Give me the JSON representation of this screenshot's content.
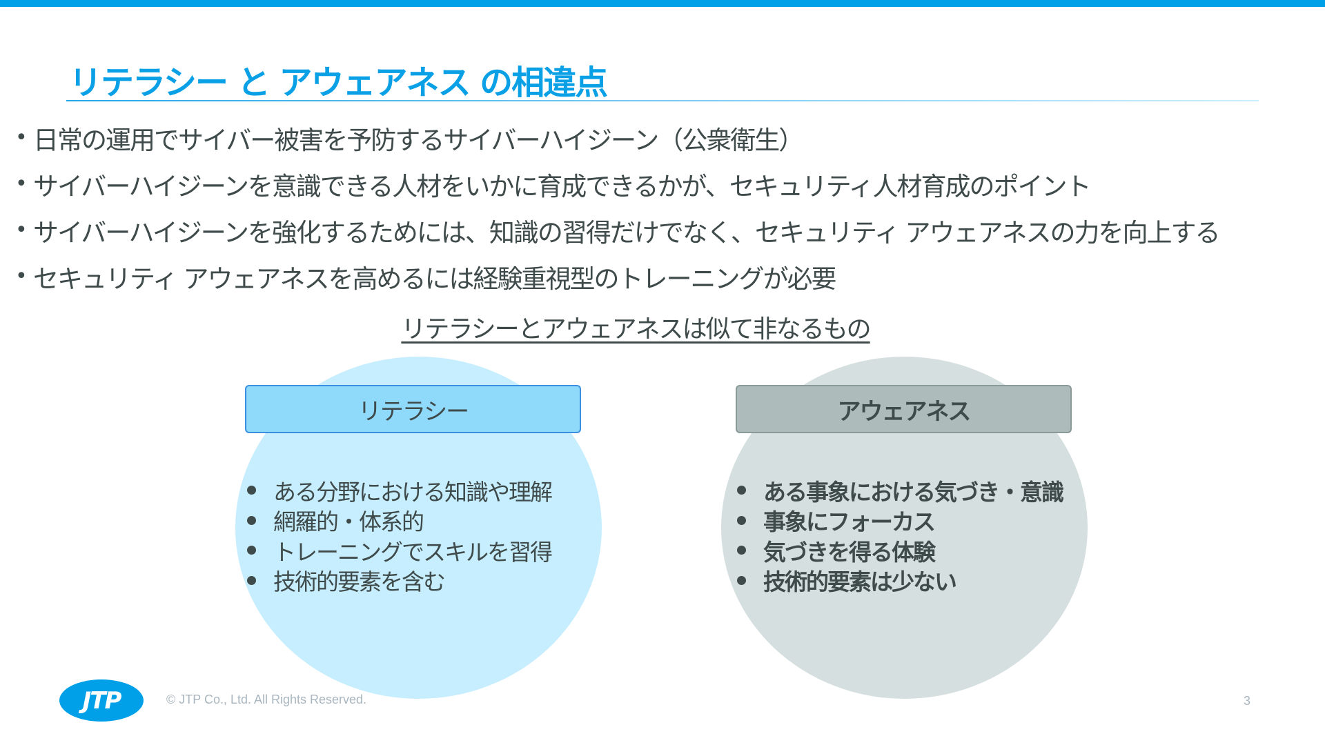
{
  "title": "リテラシー と アウェアネス の相違点",
  "bullets": [
    "日常の運用でサイバー被害を予防するサイバーハイジーン（公衆衛生）",
    "サイバーハイジーンを意識できる人材をいかに育成できるかが、セキュリティ人材育成のポイント",
    "サイバーハイジーンを強化するためには、知識の習得だけでなく、セキュリティ アウェアネスの力を向上する",
    "セキュリティ アウェアネスを高めるには経験重視型のトレーニングが必要"
  ],
  "subheading": "リテラシーとアウェアネスは似て非なるもの",
  "literacy": {
    "label": "リテラシー",
    "items": [
      "ある分野における知識や理解",
      "網羅的・体系的",
      "トレーニングでスキルを習得",
      "技術的要素を含む"
    ]
  },
  "awareness": {
    "label": "アウェアネス",
    "items": [
      "ある事象における気づき・意識",
      "事象にフォーカス",
      "気づきを得る体験",
      "技術的要素は少ない"
    ]
  },
  "footer": {
    "logo": "JTP",
    "copyright": "© JTP Co., Ltd. All Rights Reserved.",
    "page": "3"
  }
}
